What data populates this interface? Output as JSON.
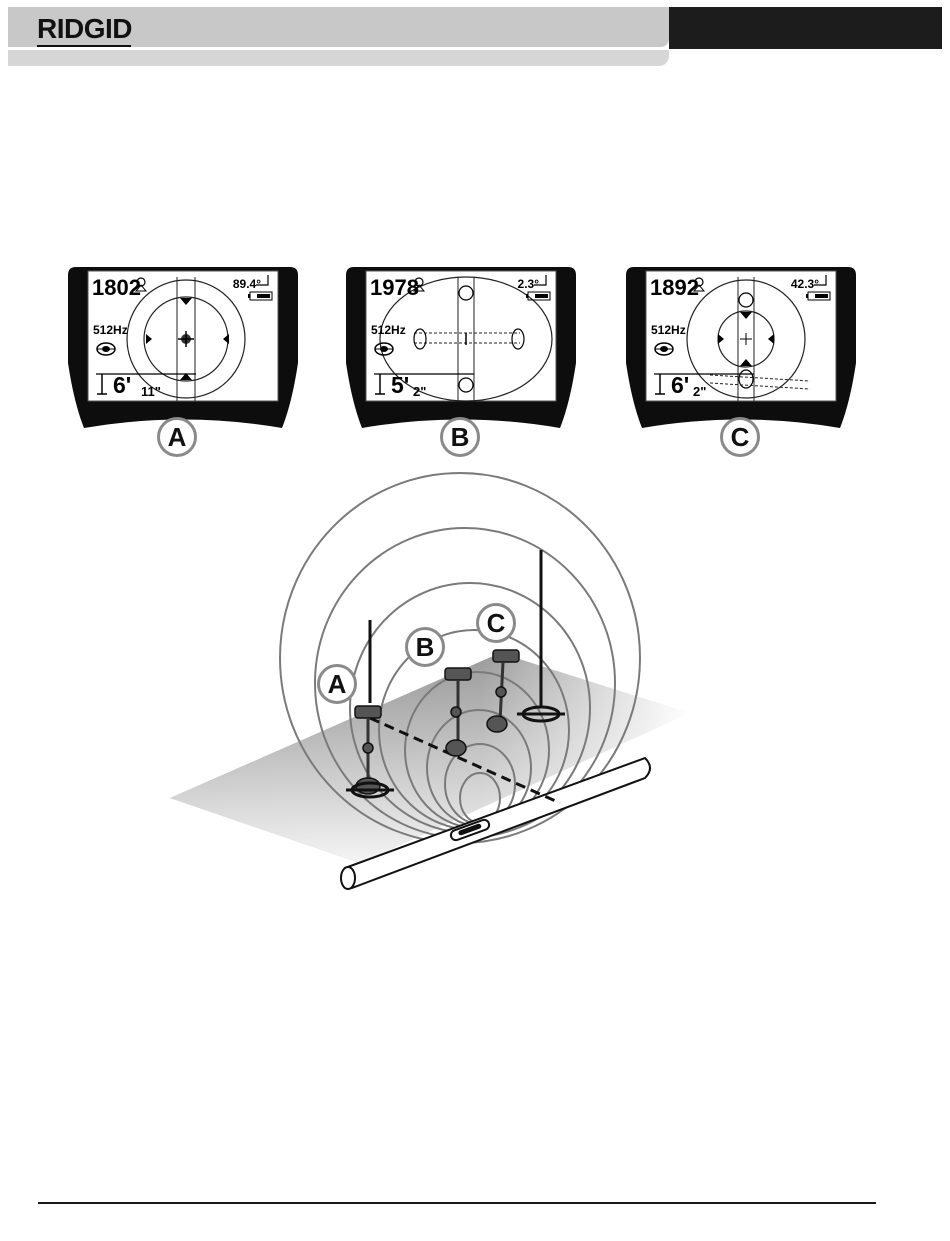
{
  "header": {
    "brand": "RIDGID"
  },
  "screens": [
    {
      "id": "A",
      "signal": "1802",
      "angle": "89.4°",
      "freq": "512Hz",
      "depth_ft": "6'",
      "depth_in": "11\""
    },
    {
      "id": "B",
      "signal": "1978",
      "angle": "2.3°",
      "freq": "512Hz",
      "depth_ft": "5'",
      "depth_in": "2\""
    },
    {
      "id": "C",
      "signal": "1892",
      "angle": "42.3°",
      "freq": "512Hz",
      "depth_ft": "6'",
      "depth_in": "2\""
    }
  ],
  "scene_labels": [
    "A",
    "B",
    "C"
  ],
  "icons": [
    "signal-strength-icon",
    "tilt-angle-icon",
    "battery-icon",
    "sonde-frequency-icon",
    "depth-icon",
    "locate-marker-icon"
  ]
}
